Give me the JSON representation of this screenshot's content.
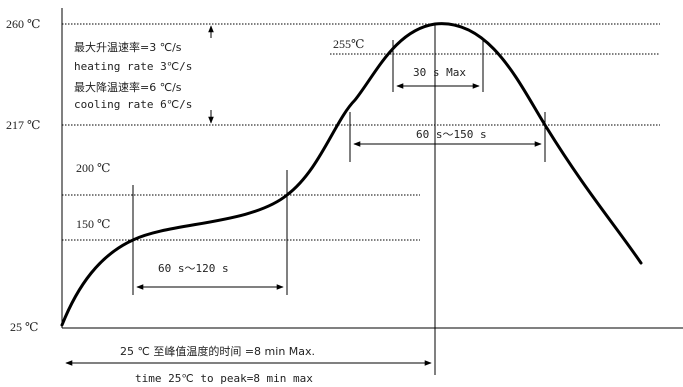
{
  "y_labels": {
    "t260": "260 ℃",
    "t217": "217 ℃",
    "t25": "25 ℃"
  },
  "curve_labels": {
    "t255": "255℃",
    "t200": "200 ℃",
    "t150": "150 ℃"
  },
  "rates": {
    "heat_cn": "最大升温速率=3 ℃/s",
    "heat_en": "heating rate 3℃/s",
    "cool_cn": "最大降温速率=6 ℃/s",
    "cool_en": "cooling rate 6℃/s"
  },
  "intervals": {
    "peak": "30 s Max",
    "above217": "60 s～150 s",
    "soak": "60 s～120 s"
  },
  "bottom": {
    "time_cn": "25 ℃ 至峰值温度的时间 =8 min Max.",
    "time_en": "time 25℃ to peak=8 min max"
  }
}
